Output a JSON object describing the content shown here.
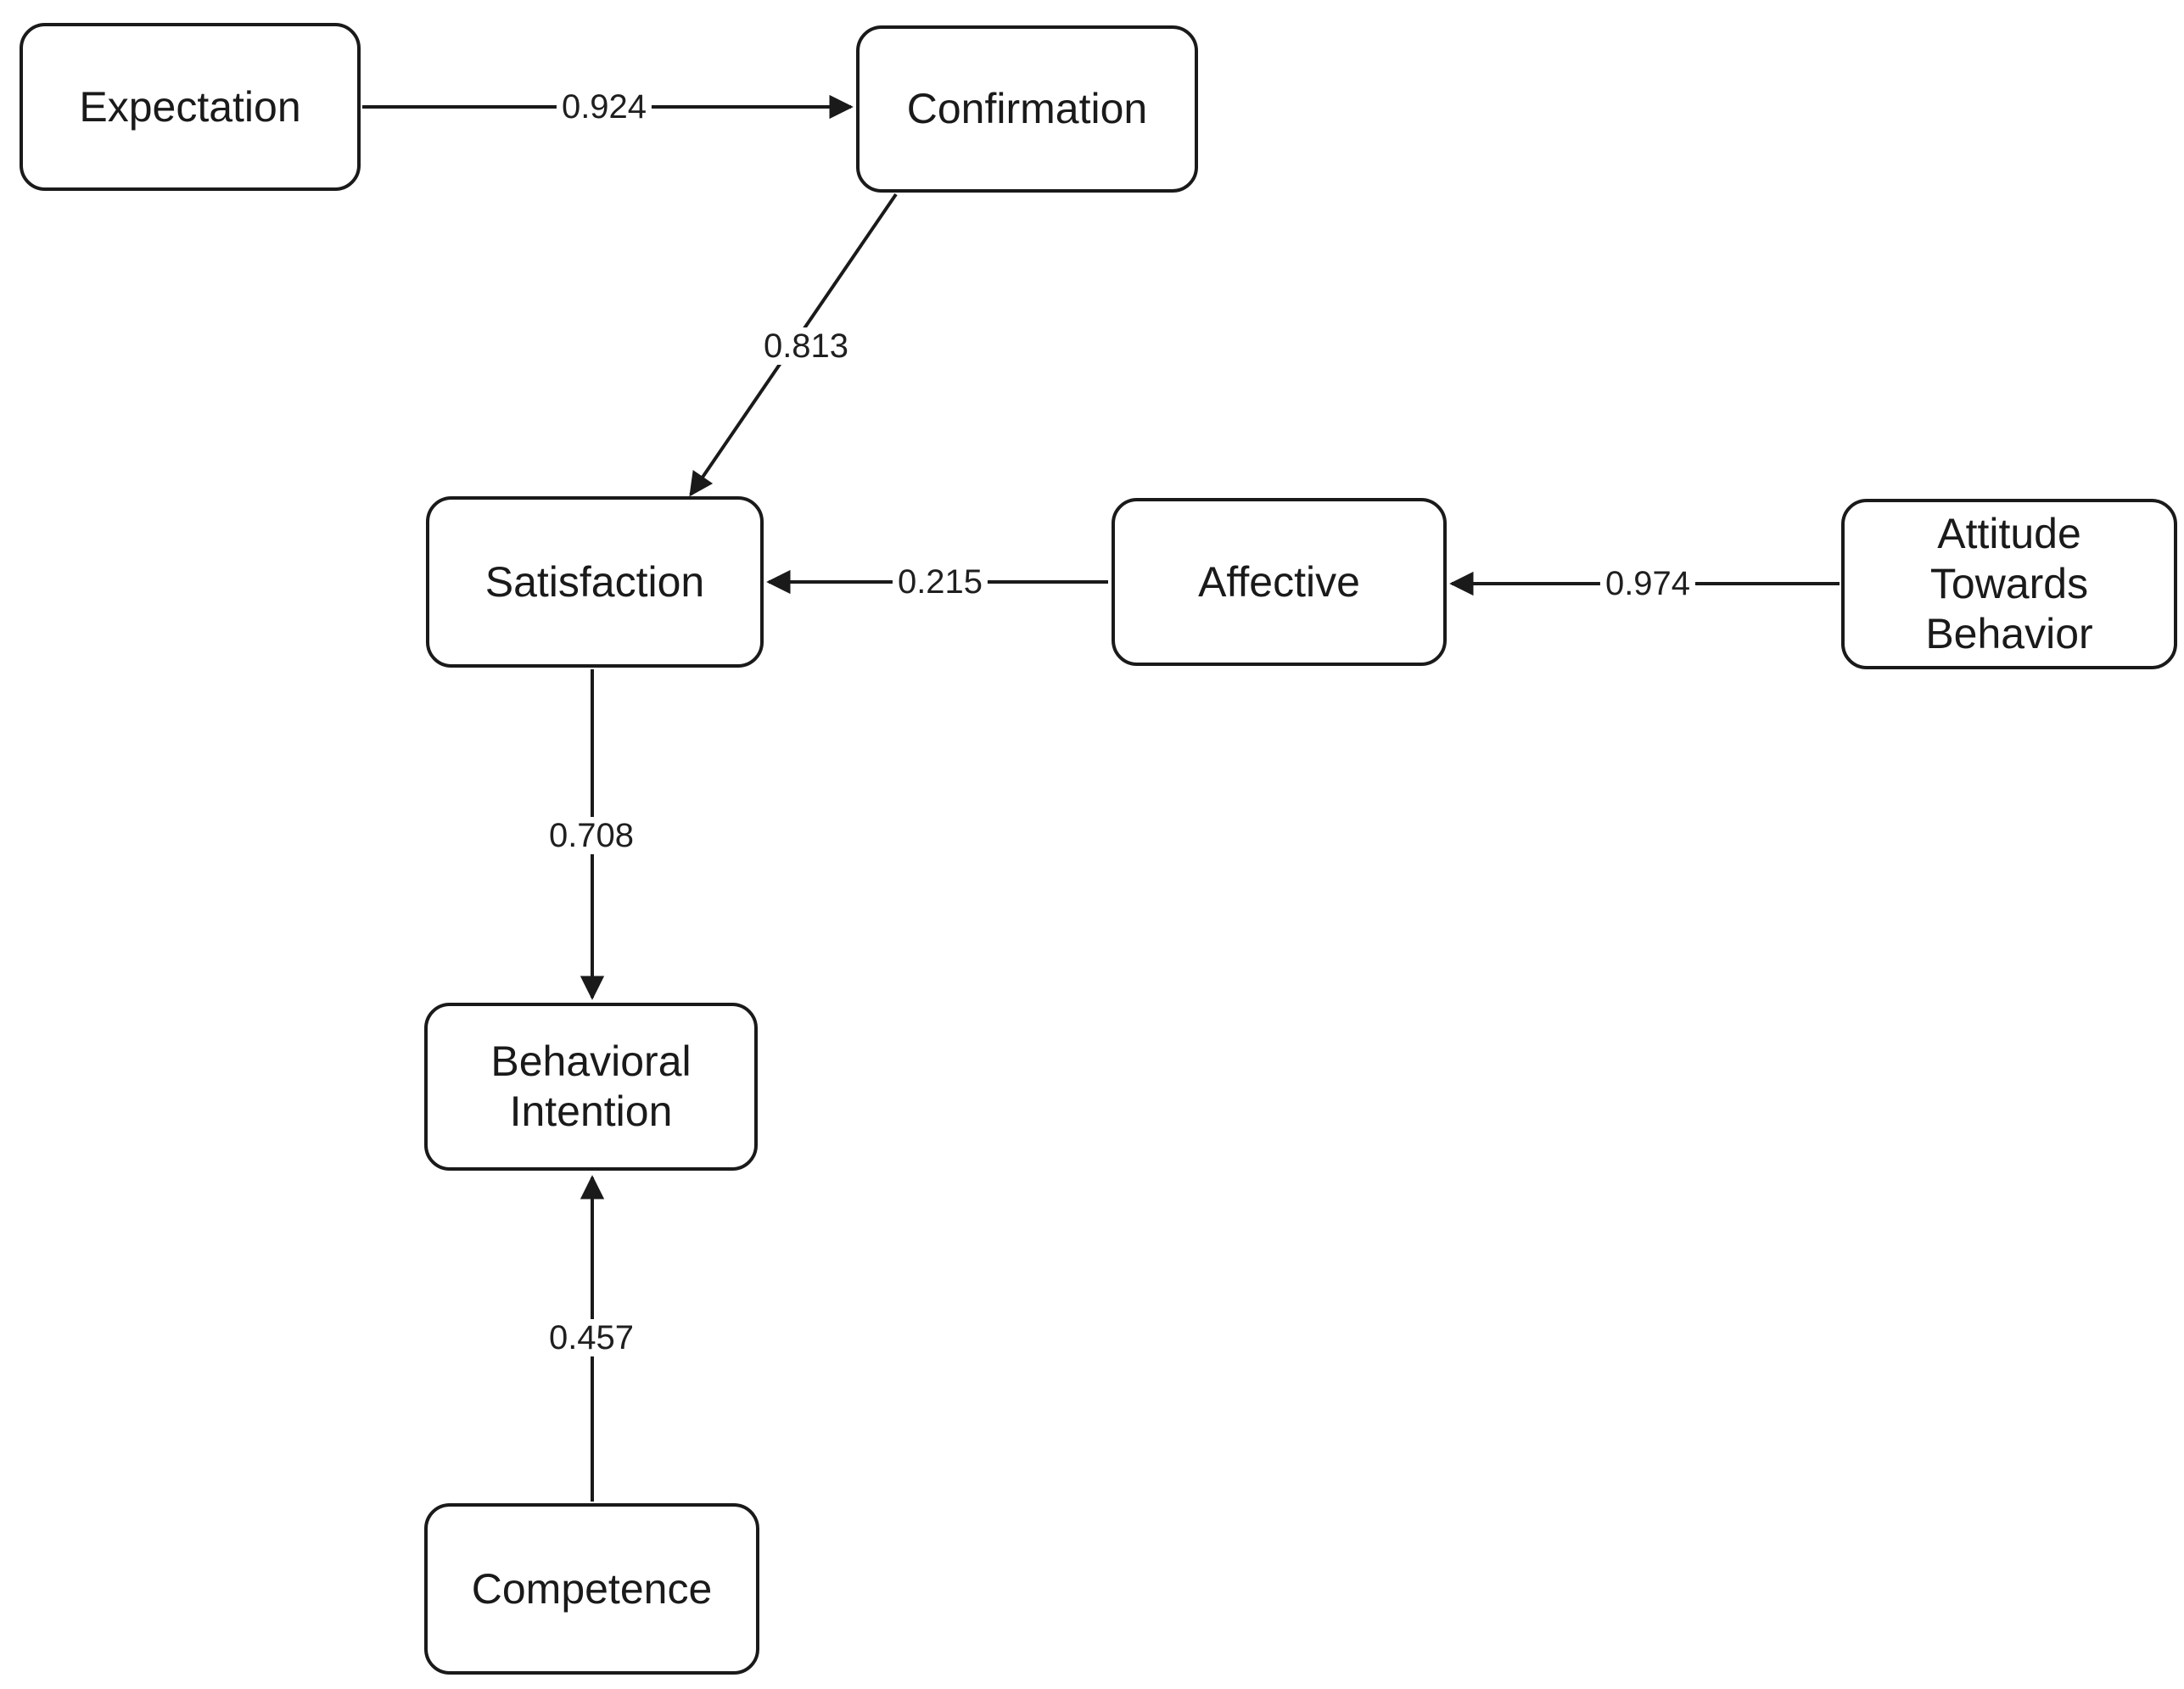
{
  "diagram": {
    "title": "path-model",
    "background_color": "#ffffff",
    "stroke_color": "#1a1a1a",
    "nodes": [
      {
        "id": "expectation",
        "label": "Expectation"
      },
      {
        "id": "confirmation",
        "label": "Confirmation"
      },
      {
        "id": "satisfaction",
        "label": "Satisfaction"
      },
      {
        "id": "affective",
        "label": "Affective"
      },
      {
        "id": "attitude-towards-behavior",
        "label": "Attitude\nTowards\nBehavior"
      },
      {
        "id": "behavioral-intention",
        "label": "Behavioral\nIntention"
      },
      {
        "id": "competence",
        "label": "Competence"
      }
    ],
    "edges": [
      {
        "from": "Expectation",
        "to": "Confirmation",
        "label": "0.924"
      },
      {
        "from": "Confirmation",
        "to": "Satisfaction",
        "label": "0.813"
      },
      {
        "from": "Affective",
        "to": "Satisfaction",
        "label": "0.215"
      },
      {
        "from": "Attitude Towards Behavior",
        "to": "Affective",
        "label": "0.974"
      },
      {
        "from": "Satisfaction",
        "to": "Behavioral Intention",
        "label": "0.708"
      },
      {
        "from": "Competence",
        "to": "Behavioral Intention",
        "label": "0.457"
      }
    ]
  }
}
